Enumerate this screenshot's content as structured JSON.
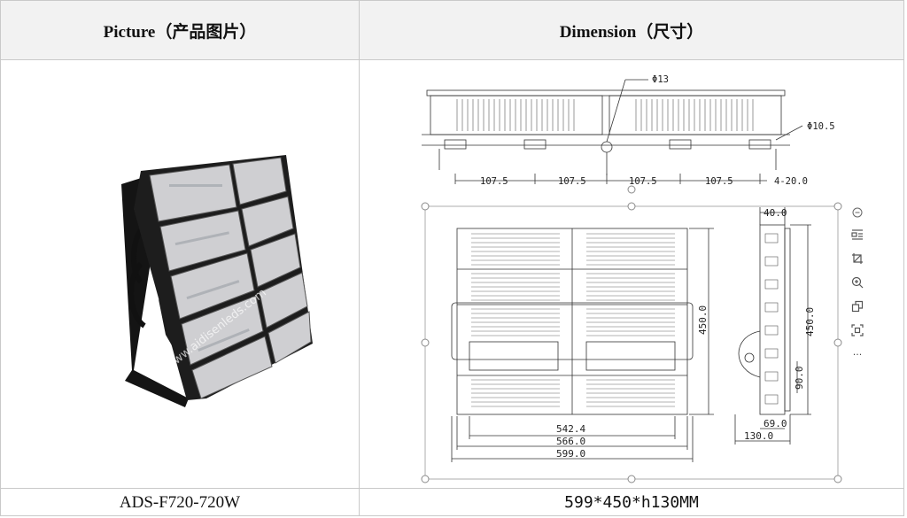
{
  "table": {
    "headers": {
      "picture": "Picture（产品图片）",
      "dimension": "Dimension（尺寸）"
    },
    "model": "ADS-F720-720W",
    "size": "599*450*h130MM"
  },
  "photo": {
    "watermark": "www.aidisenleds.com"
  },
  "drawing": {
    "hole_small": "Φ13",
    "hole_large": "Φ10.5",
    "top_dims": [
      "107.5",
      "107.5",
      "107.5",
      "107.5",
      "4-20.0"
    ],
    "front_width_inner": "542.4",
    "front_width_mid": "566.0",
    "front_width_outer": "599.0",
    "front_height": "450.0",
    "side_top": "40.0",
    "side_height": "450.0",
    "side_mount": "90.0",
    "side_bottom_inner": "69.0",
    "side_bottom_outer": "130.0"
  },
  "toolbar": {
    "more_label": "···"
  }
}
